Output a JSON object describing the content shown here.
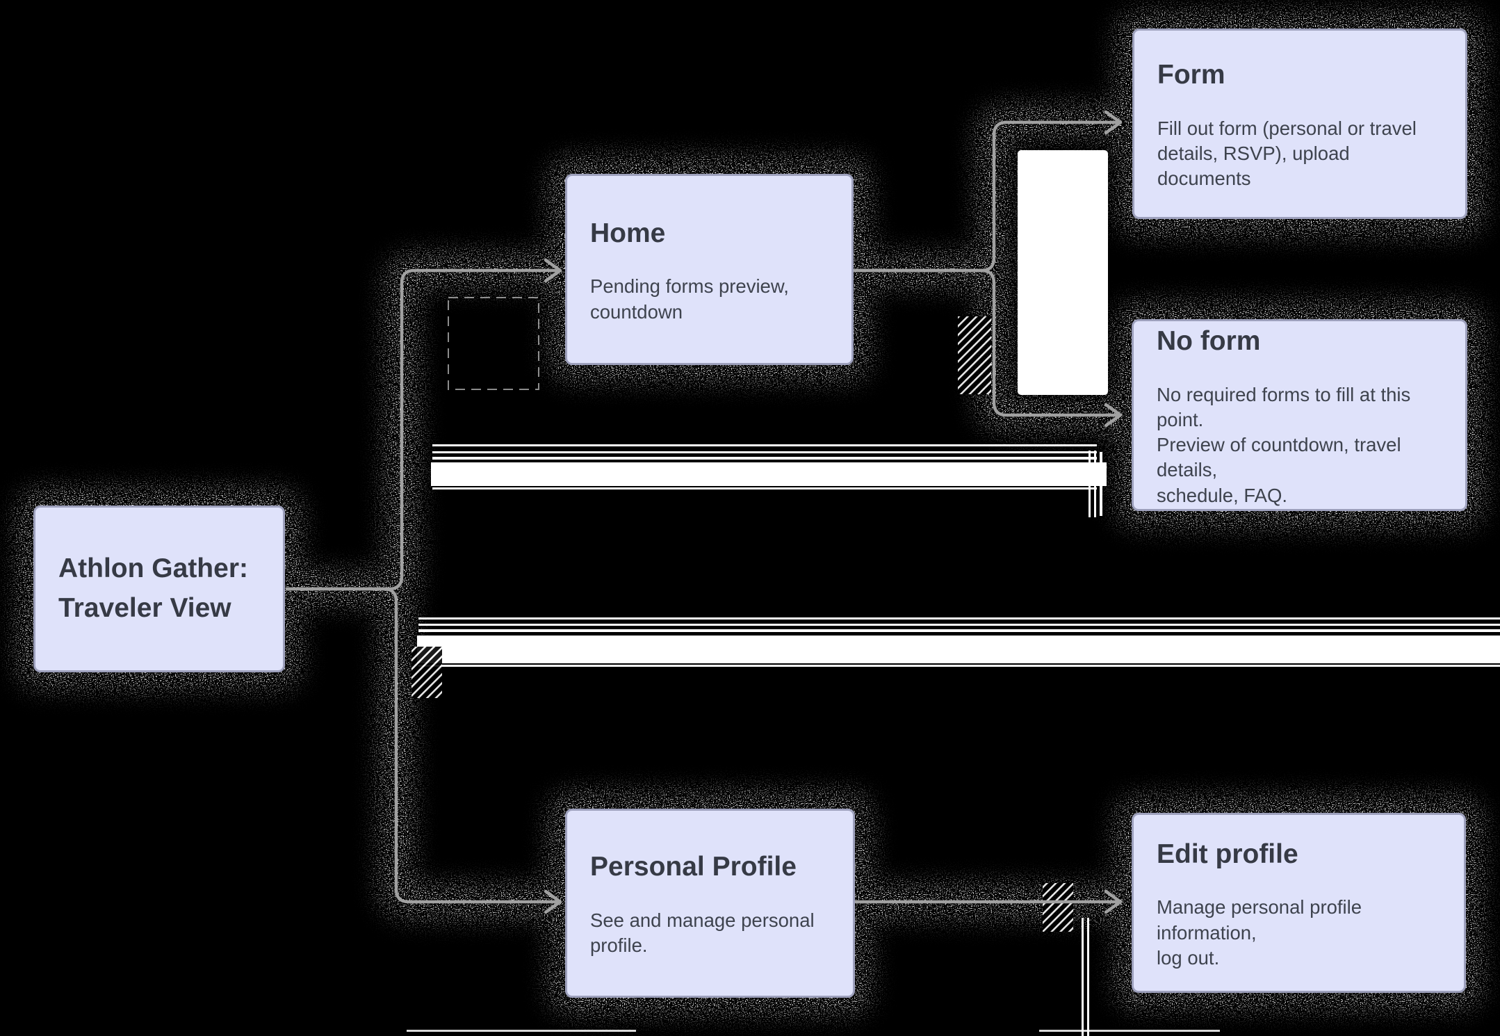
{
  "diagram": {
    "kind": "flowchart",
    "background": "#000000",
    "colors": {
      "node_fill": "#dfe2fa",
      "node_border": "#9da0bc",
      "title_color": "#363a45",
      "body_color": "#3e434e",
      "connector_color": "#a1a1a1",
      "artifact_white": "#ffffff"
    },
    "nodes": [
      {
        "id": "root",
        "title": "Athlon Gather:\nTraveler View",
        "body": ""
      },
      {
        "id": "home",
        "title": "Home",
        "body": "Pending forms preview,\ncountdown"
      },
      {
        "id": "form",
        "title": "Form",
        "body": "Fill out form (personal or travel\ndetails, RSVP), upload documents"
      },
      {
        "id": "no-form",
        "title": "No form",
        "body": "No required forms to fill at this point.\nPreview of countdown, travel details,\nschedule, FAQ."
      },
      {
        "id": "personal-profile",
        "title": "Personal Profile",
        "body": "See and manage personal\nprofile."
      },
      {
        "id": "edit-profile",
        "title": "Edit profile",
        "body": "Manage personal profile information,\nlog out."
      }
    ],
    "edges": [
      {
        "from": "root",
        "to": "home"
      },
      {
        "from": "root",
        "to": "personal-profile"
      },
      {
        "from": "home",
        "to": "form"
      },
      {
        "from": "home",
        "to": "no-form"
      },
      {
        "from": "personal-profile",
        "to": "edit-profile"
      }
    ]
  }
}
